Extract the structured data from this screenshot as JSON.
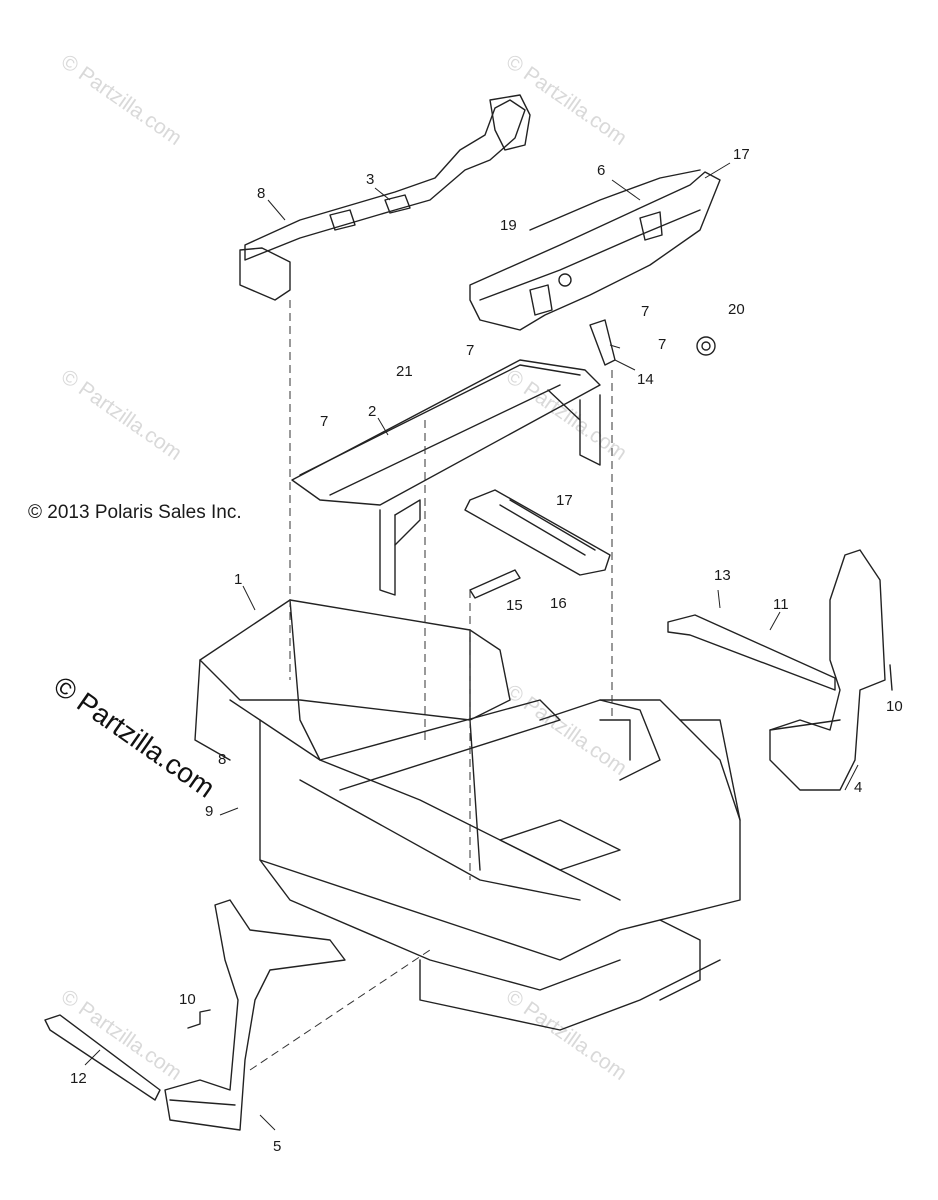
{
  "copyright": "© 2013 Polaris Sales Inc.",
  "watermark": "© Partzilla.com",
  "watermark_main": "© Partzilla.com",
  "callouts": [
    {
      "id": "c1",
      "label": "1"
    },
    {
      "id": "c2",
      "label": "2"
    },
    {
      "id": "c3",
      "label": "3"
    },
    {
      "id": "c4",
      "label": "4"
    },
    {
      "id": "c5",
      "label": "5"
    },
    {
      "id": "c6",
      "label": "6"
    },
    {
      "id": "c7a",
      "label": "7"
    },
    {
      "id": "c7b",
      "label": "7"
    },
    {
      "id": "c7c",
      "label": "7"
    },
    {
      "id": "c7d",
      "label": "7"
    },
    {
      "id": "c8a",
      "label": "8"
    },
    {
      "id": "c8b",
      "label": "8"
    },
    {
      "id": "c9",
      "label": "9"
    },
    {
      "id": "c10a",
      "label": "10"
    },
    {
      "id": "c10b",
      "label": "10"
    },
    {
      "id": "c11",
      "label": "11"
    },
    {
      "id": "c12",
      "label": "12"
    },
    {
      "id": "c13",
      "label": "13"
    },
    {
      "id": "c14",
      "label": "14"
    },
    {
      "id": "c15",
      "label": "15"
    },
    {
      "id": "c16",
      "label": "16"
    },
    {
      "id": "c17a",
      "label": "17"
    },
    {
      "id": "c17b",
      "label": "17"
    },
    {
      "id": "c19",
      "label": "19"
    },
    {
      "id": "c20",
      "label": "20"
    },
    {
      "id": "c21",
      "label": "21"
    }
  ]
}
